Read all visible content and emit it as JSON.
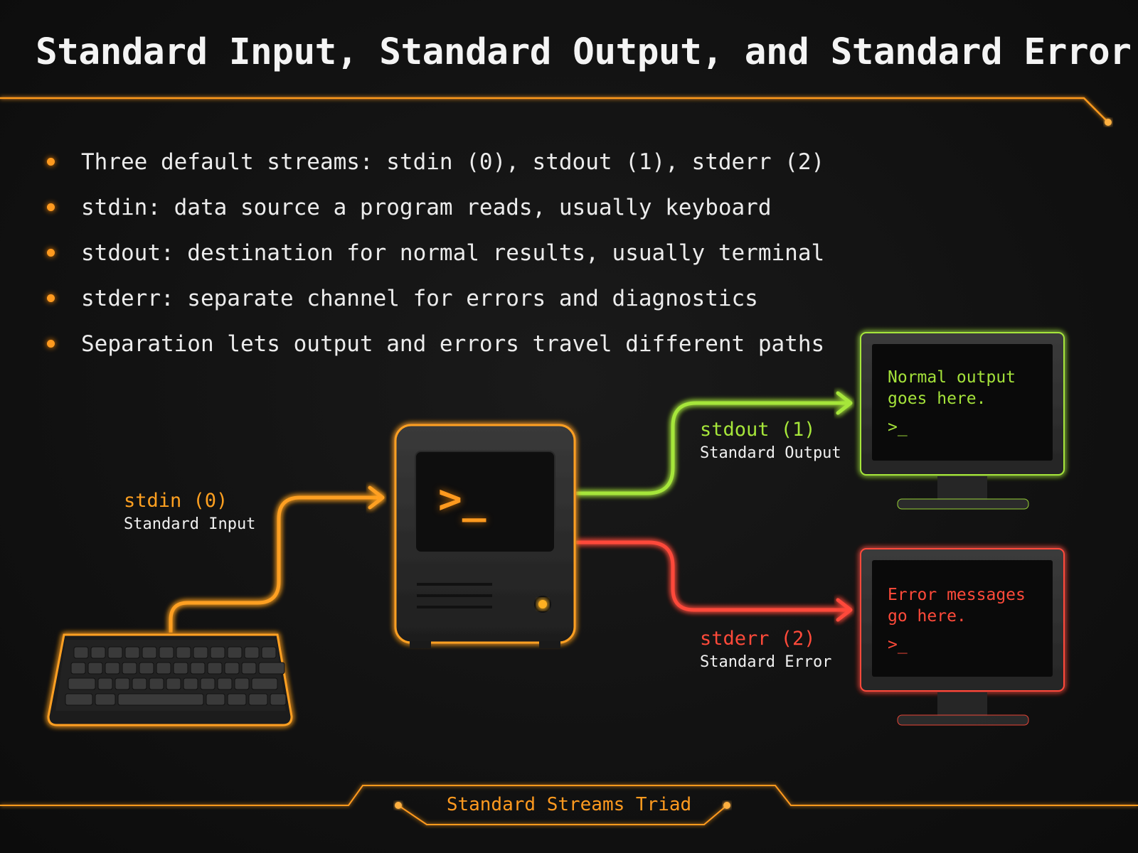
{
  "title": "Standard Input, Standard Output, and Standard Error",
  "bullets": [
    "Three default streams: stdin (0), stdout (1), stderr (2)",
    "stdin: data source a program reads, usually keyboard",
    "stdout: destination for normal results, usually terminal",
    "stderr: separate channel for errors and diagnostics",
    "Separation lets output and errors travel different paths"
  ],
  "streams": {
    "stdin": {
      "code": "stdin (0)",
      "name": "Standard Input",
      "color": "#ffa020"
    },
    "stdout": {
      "code": "stdout (1)",
      "name": "Standard Output",
      "color": "#a6e63a"
    },
    "stderr": {
      "code": "stderr (2)",
      "name": "Standard Error",
      "color": "#ff4a3a"
    }
  },
  "terminal_prompt": ">_",
  "output_monitor": {
    "line1": "Normal output",
    "line2": "goes here.",
    "prompt": ">_"
  },
  "error_monitor": {
    "line1": "Error messages",
    "line2": "go here.",
    "prompt": ">_"
  },
  "footer": "Standard Streams Triad",
  "colors": {
    "accent": "#ff9a1f",
    "background": "#121212",
    "text": "#f4f4f4"
  }
}
